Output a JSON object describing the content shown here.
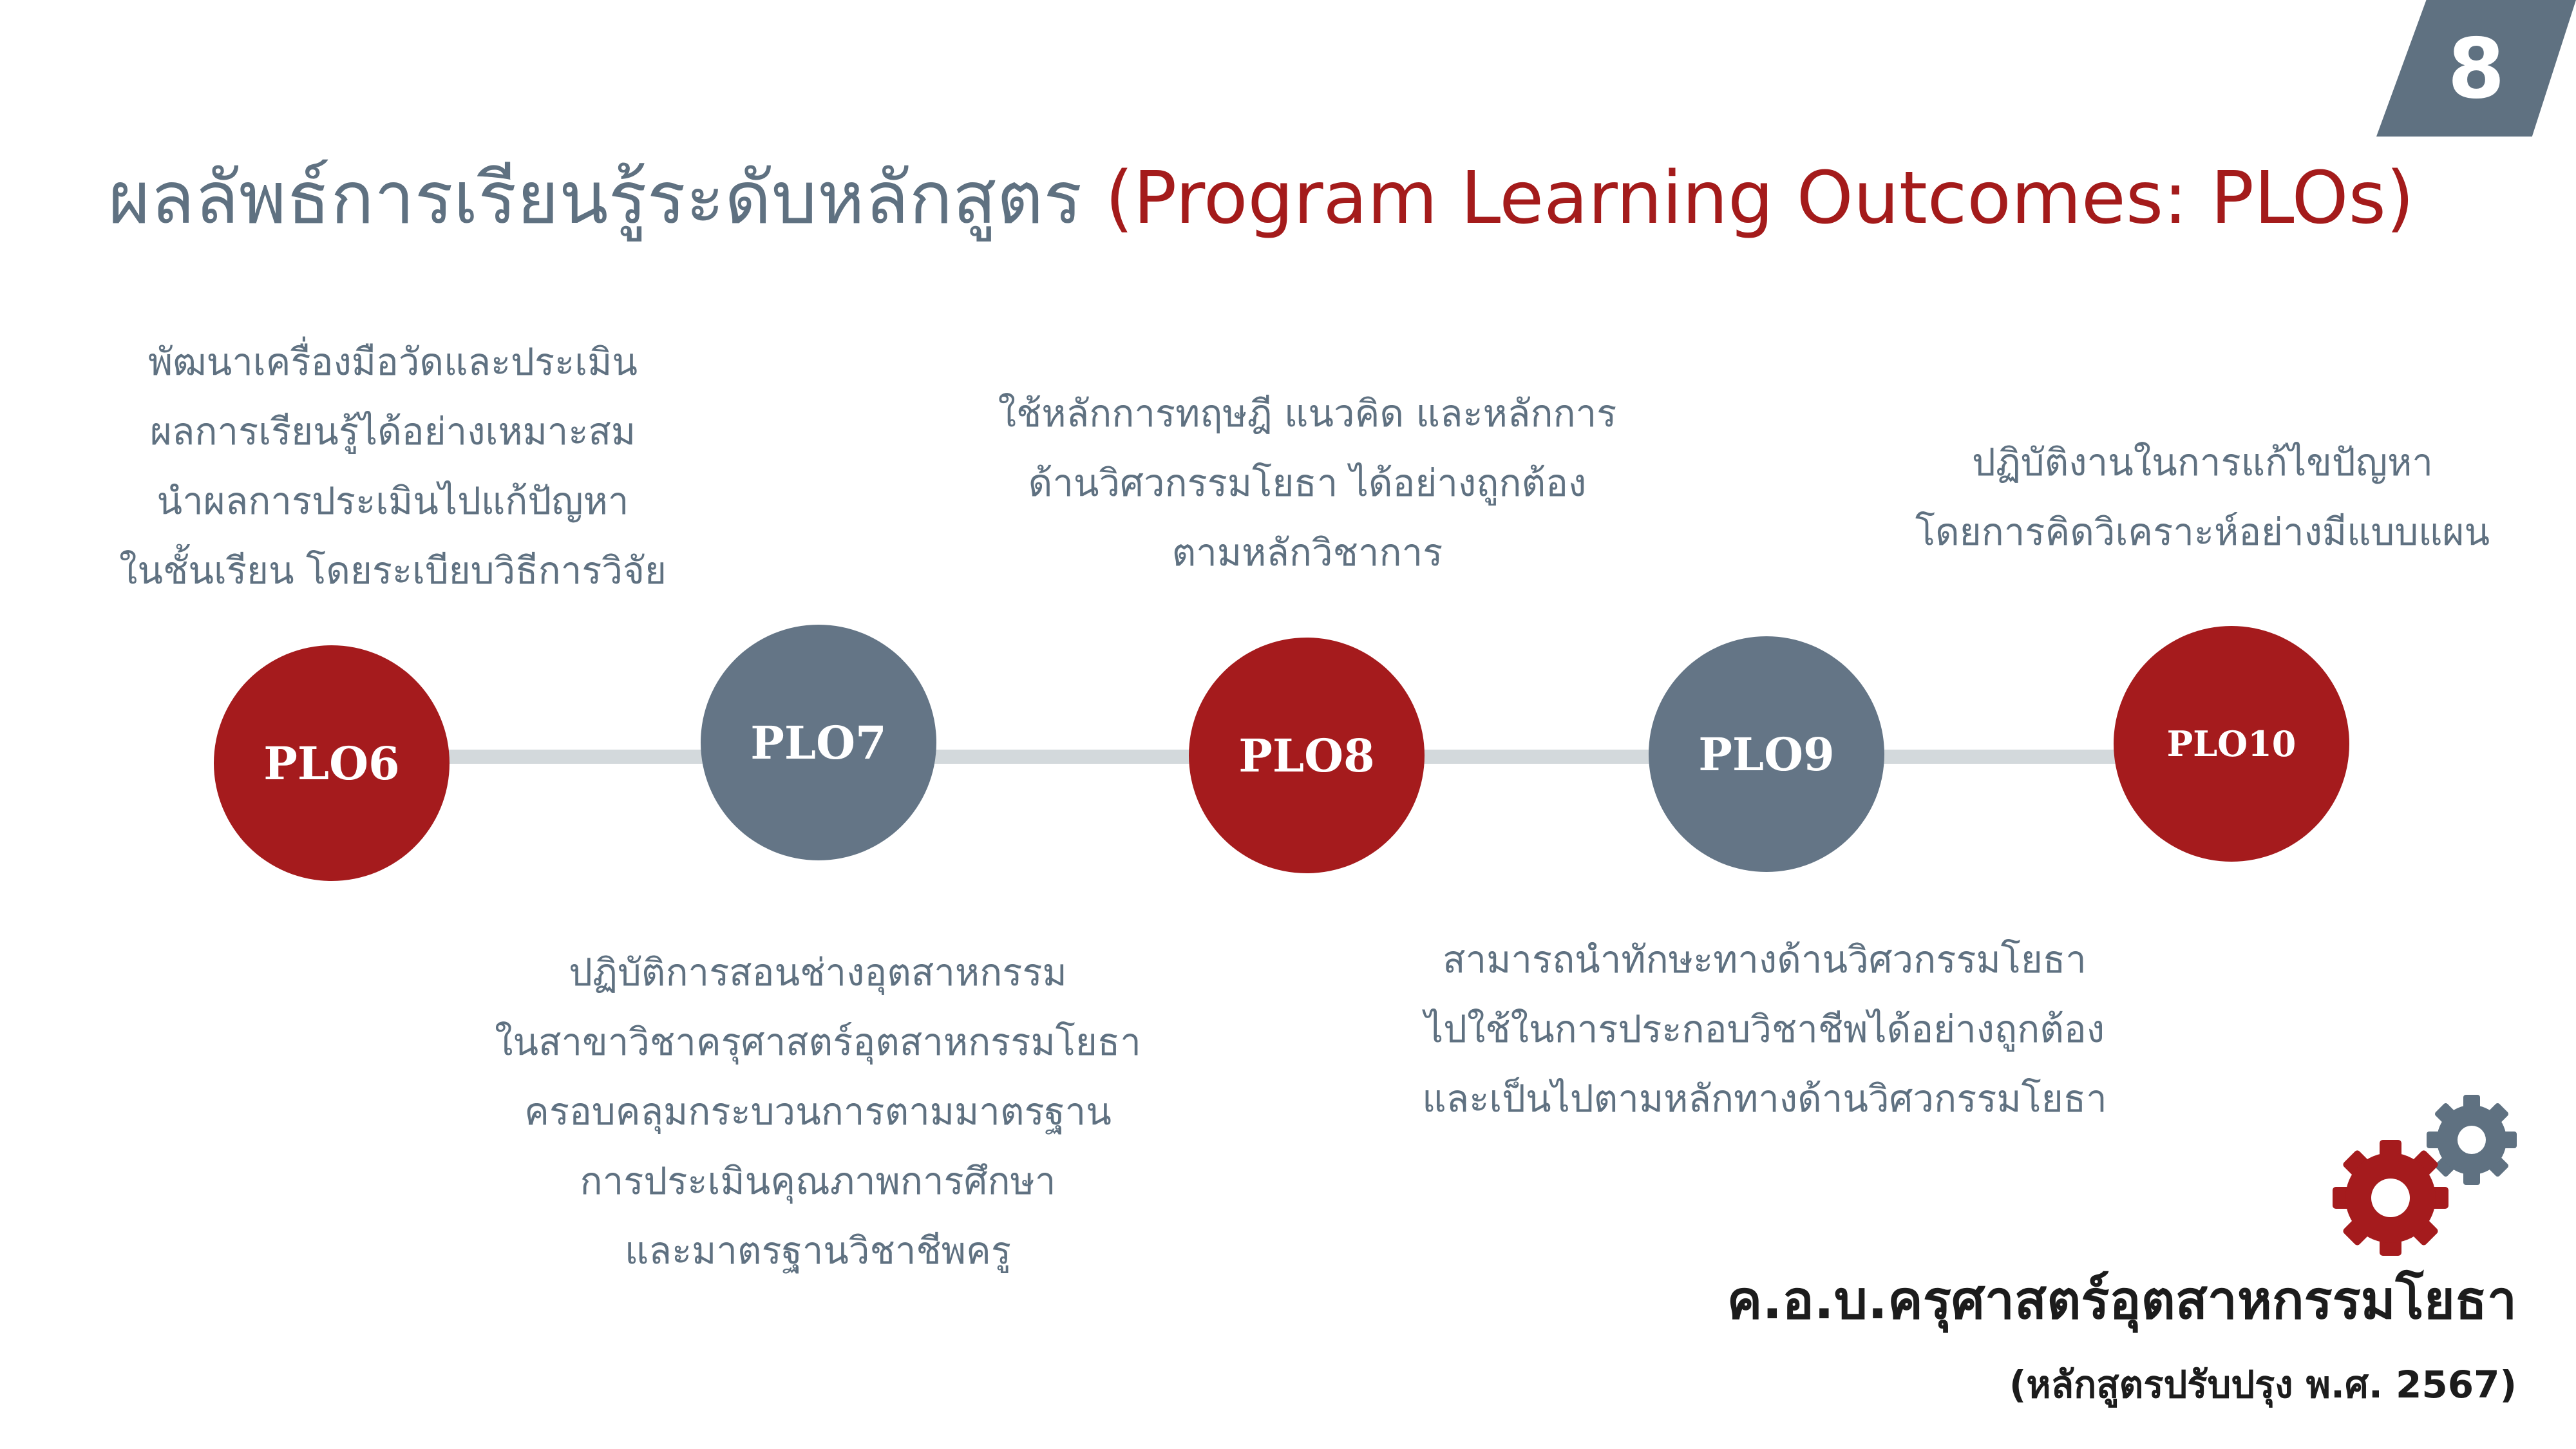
{
  "slide": {
    "page_number": "8",
    "title_thai": "ผลลัพธ์การเรียนรู้ระดับหลักสูตร",
    "title_eng": " (Program Learning Outcomes: PLOs)"
  },
  "plos": [
    {
      "label": "PLO6",
      "color": "#a51b1d",
      "description": [
        "พัฒนาเครื่องมือวัดและประเมิน",
        "ผลการเรียนรู้ได้อย่างเหมาะสม",
        "นำผลการประเมินไปแก้ปัญหา",
        "ในชั้นเรียน โดยระเบียบวิธีการวิจัย"
      ]
    },
    {
      "label": "PLO7",
      "color": "#647586",
      "description": [
        "ปฏิบัติการสอนช่างอุตสาหกรรม",
        "ในสาขาวิชาครุศาสตร์อุตสาหกรรมโยธา",
        "ครอบคลุมกระบวนการตามมาตรฐาน",
        "การประเมินคุณภาพการศึกษา",
        "และมาตรฐานวิชาชีพครู"
      ]
    },
    {
      "label": "PLO8",
      "color": "#a51b1d",
      "description": [
        "ใช้หลักการทฤษฎี แนวคิด และหลักการ",
        "ด้านวิศวกรรมโยธา ได้อย่างถูกต้อง",
        "ตามหลักวิชาการ"
      ]
    },
    {
      "label": "PLO9",
      "color": "#647586",
      "description": [
        "สามารถนำทักษะทางด้านวิศวกรรมโยธา",
        "ไปใช้ในการประกอบวิชาชีพได้อย่างถูกต้อง",
        "และเป็นไปตามหลักทางด้านวิศวกรรมโยธา"
      ]
    },
    {
      "label": "PLO10",
      "color": "#a51b1d",
      "description": [
        "ปฏิบัติงานในการแก้ไขปัญหา",
        "โดยการคิดวิเคราะห์อย่างมีแบบแผน"
      ]
    }
  ],
  "footer": {
    "program": "ค.อ.บ.ครุศาสตร์อุตสาหกรรมโยธา",
    "revision": "(หลักสูตรปรับปรุง พ.ศ. 2567)"
  },
  "colors": {
    "accent_red": "#a51b1d",
    "accent_grey": "#647586",
    "title_grey": "#5f7181",
    "title_red": "#a41b1b",
    "connector": "#d3d9dc"
  },
  "icons": {
    "decoration": "gears-icon"
  }
}
